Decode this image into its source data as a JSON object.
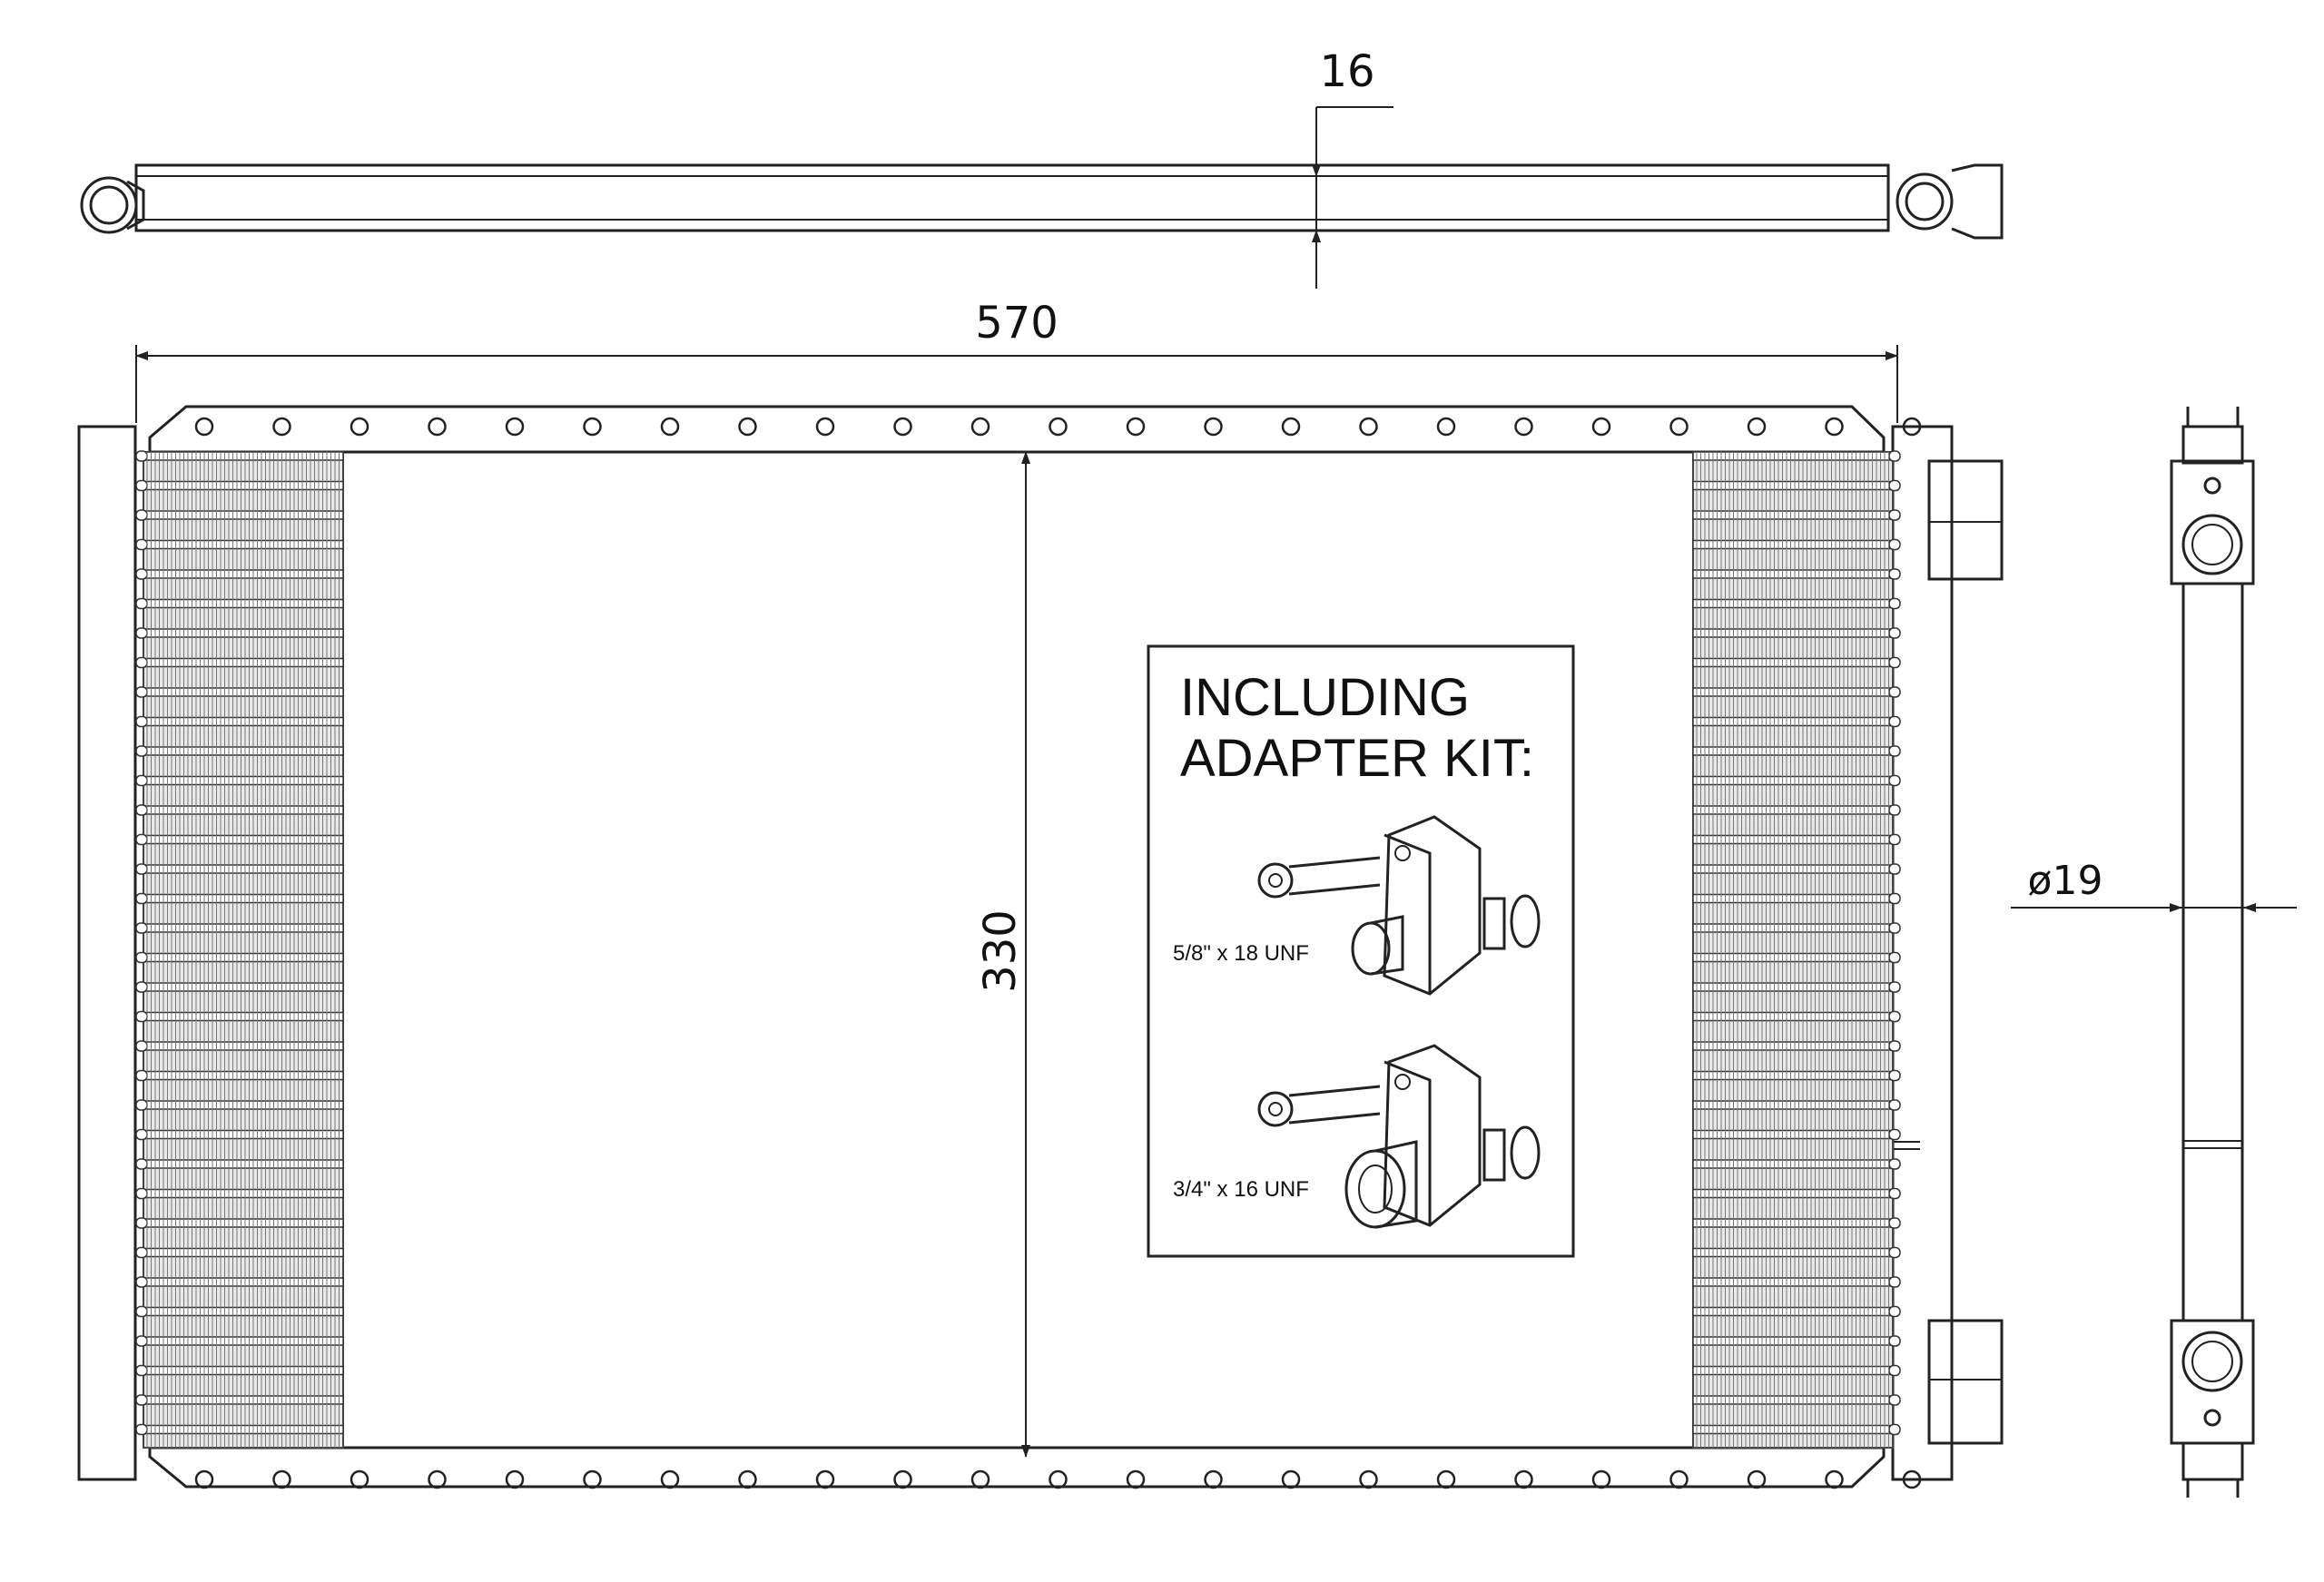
{
  "dimensions": {
    "thickness": "16",
    "width": "570",
    "height": "330",
    "diameter": "ø19"
  },
  "adapter_kit": {
    "title_line1": "INCLUDING",
    "title_line2": "ADAPTER KIT:",
    "fitting1_label": "5/8\" x 18 UNF",
    "fitting2_label": "3/4\" x 16 UNF"
  },
  "colors": {
    "line": "#222222",
    "background": "#ffffff"
  }
}
